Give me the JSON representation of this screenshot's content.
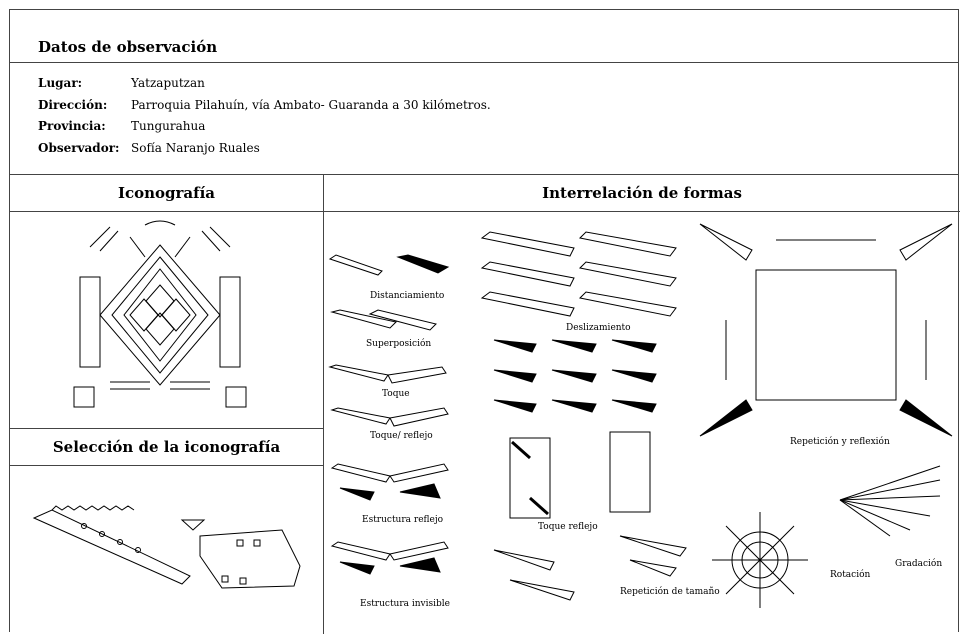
{
  "header": {
    "title": "Datos de observación"
  },
  "info": [
    {
      "label": "Lugar:",
      "value": "Yatzaputzan"
    },
    {
      "label": "Dirección:",
      "value": "Parroquia Pilahuín,  vía Ambato- Guaranda a  30 kilómetros."
    },
    {
      "label": "Provincia:",
      "value": "Tungurahua"
    },
    {
      "label": "Observador:",
      "value": "Sofía Naranjo Ruales"
    }
  ],
  "sections": {
    "iconografia": "Iconografía",
    "interrelacion": "Interrelación de formas",
    "seleccion": "Selección de la iconografía"
  },
  "captions": {
    "distanciamiento": "Distanciamiento",
    "superposicion": "Superposición",
    "toque": "Toque",
    "toque_reflejo": "Toque/ reflejo",
    "estructura_reflejo": "Estructura reflejo",
    "estructura_invisible": "Estructura invisible",
    "deslizamiento": "Deslizamiento",
    "toque_reflejo_2": "Toque reflejo",
    "repeticion_tamano": "Repetición de tamaño",
    "repeticion_reflexion": "Repetición y reflexión",
    "rotacion": "Rotación",
    "gradacion": "Gradación"
  }
}
